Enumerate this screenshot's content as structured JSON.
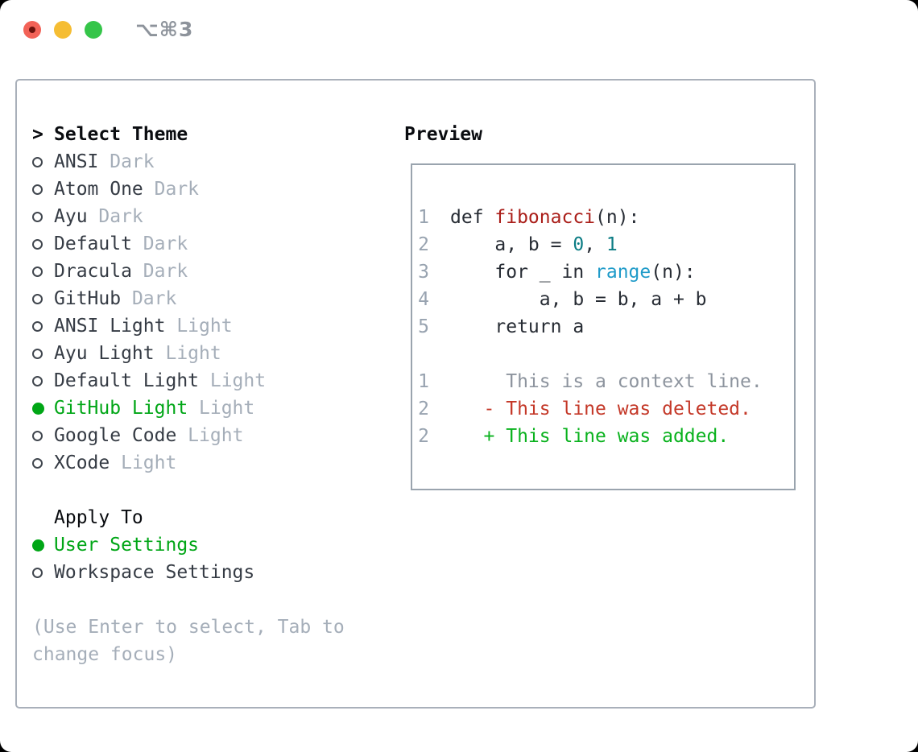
{
  "window": {
    "title": "⌥⌘3"
  },
  "traffic_lights": [
    {
      "name": "close",
      "color": "#f26257",
      "has_dot": true,
      "dot_color": "#6b120c"
    },
    {
      "name": "minimize",
      "color": "#f5bd33",
      "has_dot": false
    },
    {
      "name": "zoom",
      "color": "#35c549",
      "has_dot": false
    }
  ],
  "theme_panel": {
    "cursor": ">",
    "header": "Select Theme",
    "items": [
      {
        "name": "ANSI",
        "variant": "Dark",
        "selected": false
      },
      {
        "name": "Atom One",
        "variant": "Dark",
        "selected": false
      },
      {
        "name": "Ayu",
        "variant": "Dark",
        "selected": false
      },
      {
        "name": "Default",
        "variant": "Dark",
        "selected": false
      },
      {
        "name": "Dracula",
        "variant": "Dark",
        "selected": false
      },
      {
        "name": "GitHub",
        "variant": "Dark",
        "selected": false
      },
      {
        "name": "ANSI Light",
        "variant": "Light",
        "selected": false
      },
      {
        "name": "Ayu Light",
        "variant": "Light",
        "selected": false
      },
      {
        "name": "Default Light",
        "variant": "Light",
        "selected": false
      },
      {
        "name": "GitHub Light",
        "variant": "Light",
        "selected": true
      },
      {
        "name": "Google Code",
        "variant": "Light",
        "selected": false
      },
      {
        "name": "XCode",
        "variant": "Light",
        "selected": false
      }
    ],
    "apply_to": {
      "header": "Apply To",
      "options": [
        {
          "label": "User Settings",
          "selected": true
        },
        {
          "label": "Workspace Settings",
          "selected": false
        }
      ]
    },
    "hint_lines": [
      "(Use Enter to select, Tab to",
      "change focus)"
    ]
  },
  "preview": {
    "header": "Preview",
    "lines": [
      {
        "ln": "1",
        "kind": "code",
        "segments": [
          {
            "text": "def ",
            "style": "plain"
          },
          {
            "text": "fibonacci",
            "style": "function"
          },
          {
            "text": "(n):",
            "style": "plain"
          }
        ]
      },
      {
        "ln": "2",
        "kind": "code",
        "segments": [
          {
            "text": "    a, b = ",
            "style": "plain"
          },
          {
            "text": "0",
            "style": "number"
          },
          {
            "text": ", ",
            "style": "plain"
          },
          {
            "text": "1",
            "style": "number"
          }
        ]
      },
      {
        "ln": "3",
        "kind": "code",
        "segments": [
          {
            "text": "    for _ in ",
            "style": "plain"
          },
          {
            "text": "range",
            "style": "builtin"
          },
          {
            "text": "(n):",
            "style": "plain"
          }
        ]
      },
      {
        "ln": "4",
        "kind": "code",
        "segments": [
          {
            "text": "        a, b = b, a + b",
            "style": "plain"
          }
        ]
      },
      {
        "ln": "5",
        "kind": "code",
        "segments": [
          {
            "text": "    return a",
            "style": "plain"
          }
        ]
      },
      {
        "ln": "",
        "kind": "blank",
        "segments": []
      },
      {
        "ln": "1",
        "kind": "context",
        "segments": [
          {
            "text": "     This is a context line.",
            "style": "context"
          }
        ]
      },
      {
        "ln": "2",
        "kind": "deleted",
        "segments": [
          {
            "text": "   - This line was deleted.",
            "style": "deleted"
          }
        ]
      },
      {
        "ln": "2",
        "kind": "added",
        "segments": [
          {
            "text": "   + This line was added.",
            "style": "added"
          }
        ]
      }
    ]
  },
  "colors": {
    "accent_green": "#00a616",
    "added_green": "#0ab21e",
    "deleted_red": "#c43828",
    "function_red": "#aa1e19",
    "number_teal": "#0b7c84",
    "builtin_blue": "#1f9bc9",
    "context_gray": "#8d949e",
    "muted_gray": "#a5aeb9",
    "line_number_gray": "#98a3b0",
    "traffic_red": "#f26257",
    "traffic_red_dot": "#6b120c",
    "traffic_yellow": "#f5bd33",
    "traffic_green": "#35c549",
    "title_gray": "#8d939b"
  }
}
